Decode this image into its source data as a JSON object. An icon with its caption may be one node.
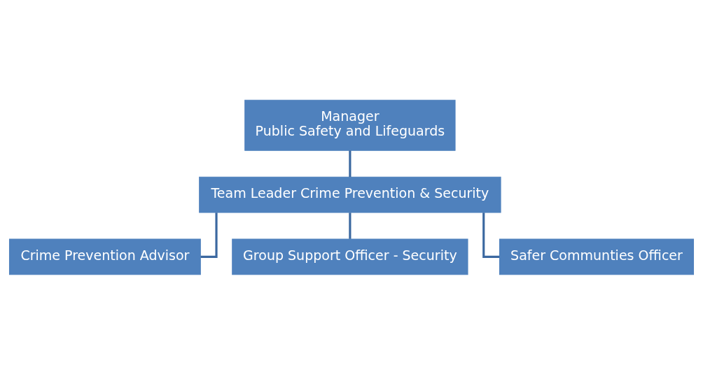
{
  "diagram": {
    "nodes": [
      {
        "text": [
          "Manager",
          "Public Safety and Lifeguards"
        ]
      },
      {
        "text": [
          "Team Leader Crime Prevention & Security"
        ]
      },
      {
        "text": [
          "Crime Prevention Advisor"
        ]
      },
      {
        "text": [
          "Group Support Officer - Security"
        ]
      },
      {
        "text": [
          "Safer Communties Officer"
        ]
      }
    ],
    "edges": [
      {
        "from": 0,
        "to": 1,
        "arrow": "none"
      },
      {
        "from": 1,
        "to": 2,
        "arrow": "none"
      },
      {
        "from": 1,
        "to": 3,
        "arrow": "none"
      },
      {
        "from": 1,
        "to": 4,
        "arrow": "none"
      }
    ]
  }
}
